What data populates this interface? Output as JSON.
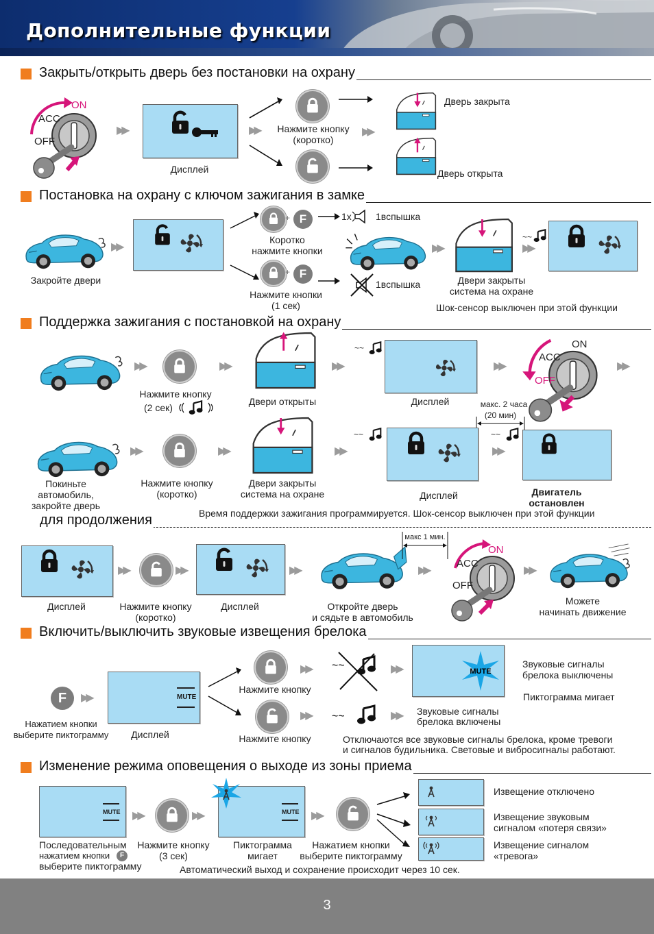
{
  "header": {
    "title": "Дополнительные функции"
  },
  "s1": {
    "title": "Закрыть/открыть дверь без постановки на охрану",
    "on": "ON",
    "acc": "ACC",
    "off": "OFF",
    "display": "Дисплей",
    "press": "Нажмите кнопку",
    "press_sub": "(коротко)",
    "door_closed": "Дверь закрыта",
    "door_open": "Дверь открыта"
  },
  "s2": {
    "title": "Постановка на охрану с ключом зажигания в замке",
    "close_doors": "Закройте двери",
    "short_1": "Коротко",
    "short_2": "нажмите кнопки",
    "long_1": "Нажмите кнопки",
    "long_2": "(1 сек)",
    "flash_1x": "1х",
    "flash1": "1вспышка",
    "flash2": "1вспышка",
    "doors_1": "Двери закрыты",
    "doors_2": "система на охране",
    "shock": "Шок-сенсор выключен при этой функции"
  },
  "s3": {
    "title": "Поддержка зажигания с постановкой на охрану",
    "press": "Нажмите кнопку",
    "press_2s": "(2 сек)",
    "doors_open": "Двери открыты",
    "display": "Дисплей",
    "max2h": "макс. 2 часа",
    "min20": "(20 мин)",
    "on": "ON",
    "acc": "ACC",
    "off": "OFF",
    "leave_1": "Покиньте",
    "leave_2": "автомобиль,",
    "leave_3": "закройте дверь",
    "press_short": "Нажмите кнопку",
    "press_short_2": "(коротко)",
    "doors_closed_1": "Двери закрыты",
    "doors_closed_2": "система на охране",
    "display2": "Дисплей",
    "engine_1": "Двигатель",
    "engine_2": "остановлен",
    "note": "Время поддержки зажигания программируется. Шок-сенсор выключен при  этой функции"
  },
  "s4": {
    "title": "для продолжения",
    "display1": "Дисплей",
    "press": "Нажмите кнопку",
    "press_sub": "(коротко)",
    "display2": "Дисплей",
    "max1": "макс 1 мин.",
    "open_1": "Откройте дверь",
    "open_2": "и сядьте в автомобиль",
    "on": "ON",
    "acc": "ACC",
    "off": "OFF",
    "go_1": "Можете",
    "go_2": "начинать движение"
  },
  "s5": {
    "title": "Включить/выключить звуковые извещения брелока",
    "f": "F",
    "select_1": "Нажатием кнопки",
    "select_2": "выберите пиктограмму",
    "display": "Дисплей",
    "mute": "MUTE",
    "press1": "Нажмите кнопку",
    "press2": "Нажмите кнопку",
    "off_1": "Звуковые сигналы",
    "off_2": "брелока выключены",
    "blink": "Пиктограмма мигает",
    "on_1": "Звуковые сигналы",
    "on_2": "брелока включены",
    "note_1": "Отключаются все звуковые сигналы брелока, кроме тревоги",
    "note_2": "и сигналов будильника. Световые и вибросигналы работают."
  },
  "s6": {
    "title": "Изменение режима оповещения о выходе из зоны приема",
    "mute": "MUTE",
    "seq_1": "Последовательным",
    "seq_2": "нажатием кнопки",
    "seq_3": "выберите пиктограмму",
    "f": "F",
    "press": "Нажмите кнопку",
    "press_3s": "(3 сек)",
    "picto_1": "Пиктограмма",
    "picto_2": "мигает",
    "sel_1": "Нажатием кнопки",
    "sel_2": "выберите пиктограмму",
    "opt1": "Извещение отключено",
    "opt2_1": "Извещение звуковым",
    "opt2_2": "сигналом «потеря связи»",
    "opt3_1": "Извещение сигналом",
    "opt3_2": "«тревога»",
    "auto": "Автоматический выход и сохранение происходит через 10 сек."
  },
  "footer": {
    "page": "3"
  },
  "colors": {
    "accent": "#f07d1e",
    "display": "#a9dcf4",
    "car": "#3cb6df",
    "magenta": "#d6157a",
    "header": "#163f8f"
  }
}
